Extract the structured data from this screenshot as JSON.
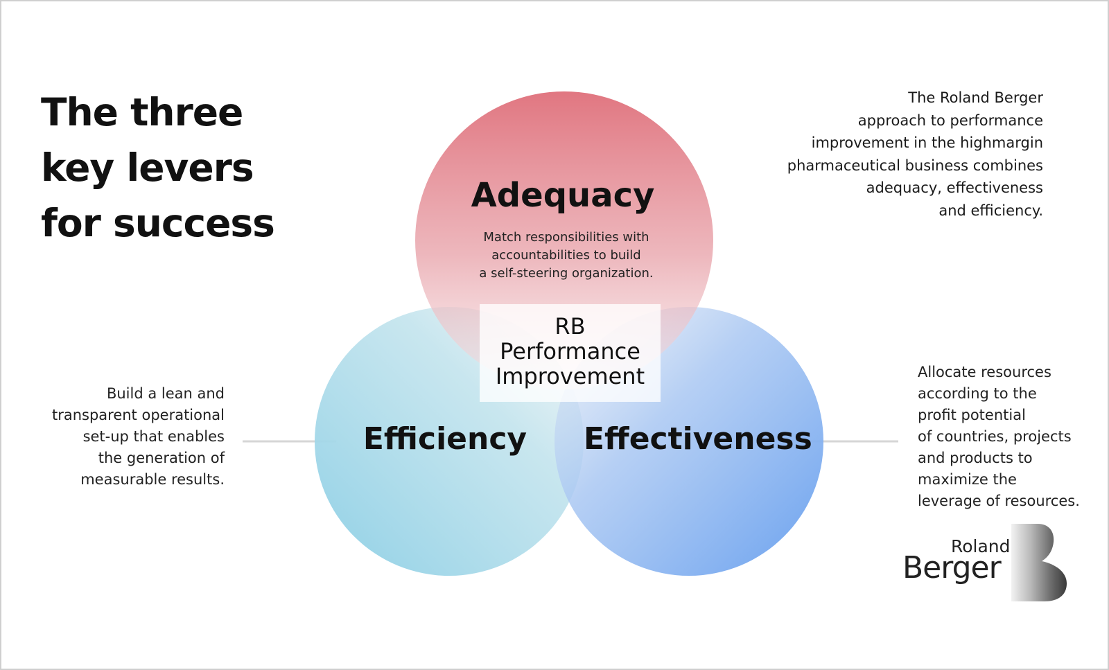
{
  "title_lines": [
    "The three",
    "key levers",
    "for success"
  ],
  "intro_lines": [
    "The Roland Berger",
    "approach to performance",
    "improvement in the highmargin",
    "pharmaceutical business combines",
    "adequacy, effectiveness",
    "and efficiency."
  ],
  "adequacy": {
    "label": "Adequacy",
    "description_lines": [
      "Match responsibilities with",
      "accountabilities to build",
      "a self-steering organization."
    ],
    "color": "#df707c"
  },
  "efficiency": {
    "label": "Efficiency",
    "description_lines": [
      "Build a lean and",
      "transparent operational",
      "set-up that enables",
      "the generation of",
      "measurable results."
    ],
    "color": "#93d2e7"
  },
  "effectiveness": {
    "label": "Effectiveness",
    "description_lines": [
      "Allocate resources",
      "according to the",
      "profit potential",
      "of countries, projects",
      "and products to",
      "maximize the",
      "leverage of resources."
    ],
    "color": "#6fa3ef"
  },
  "center": {
    "lines": [
      "RB",
      "Performance",
      "Improvement"
    ]
  },
  "logo": {
    "small": "Roland",
    "big": "Berger",
    "icon": "roland-berger-b-mark"
  }
}
